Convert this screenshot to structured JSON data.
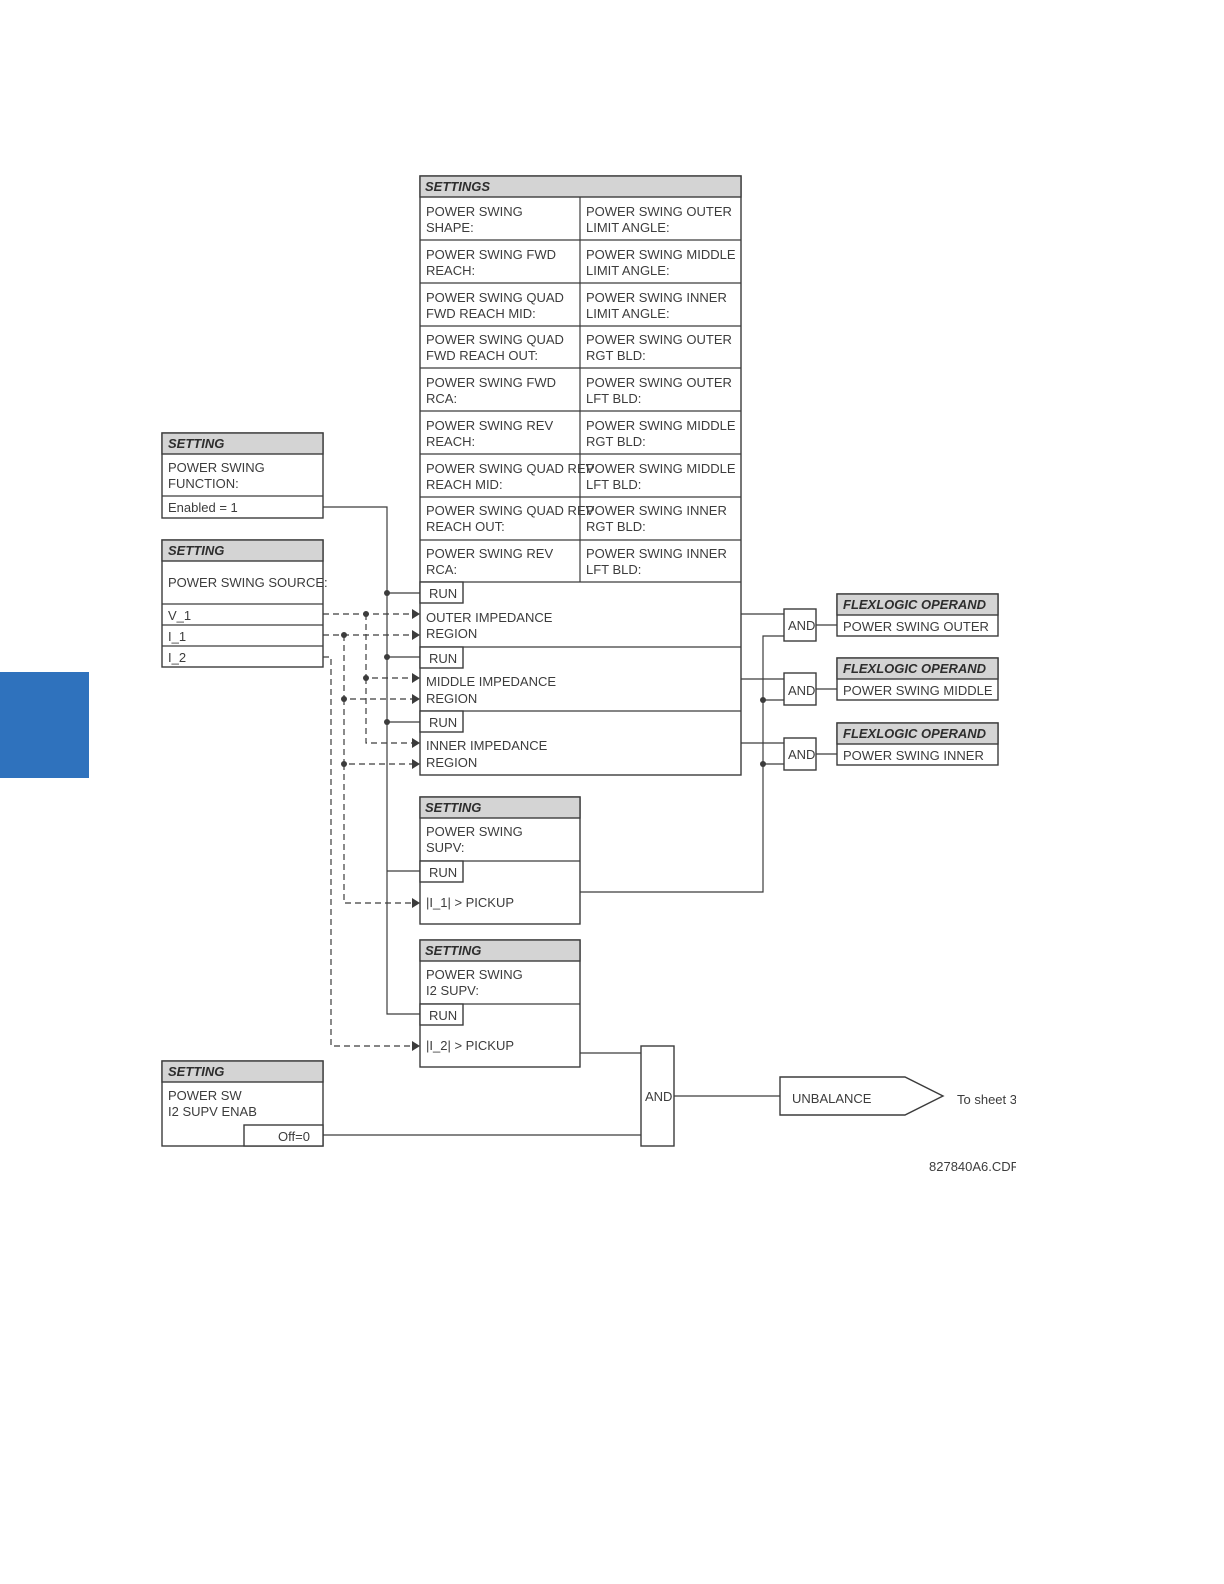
{
  "settings_table": {
    "header": "SETTINGS",
    "rows": [
      [
        "POWER SWING",
        "SHAPE:",
        "POWER SWING OUTER",
        "LIMIT ANGLE:"
      ],
      [
        "POWER SWING FWD",
        "REACH:",
        "POWER SWING MIDDLE",
        "LIMIT ANGLE:"
      ],
      [
        "POWER SWING QUAD",
        "FWD REACH MID:",
        "POWER SWING INNER",
        "LIMIT ANGLE:"
      ],
      [
        "POWER SWING QUAD",
        "FWD REACH OUT:",
        "POWER SWING OUTER",
        "RGT BLD:"
      ],
      [
        "POWER SWING FWD",
        "RCA:",
        "POWER SWING OUTER",
        "LFT BLD:"
      ],
      [
        "POWER SWING REV",
        "REACH:",
        "POWER SWING MIDDLE",
        "RGT BLD:"
      ],
      [
        "POWER SWING QUAD REV",
        "REACH MID:",
        "POWER SWING MIDDLE",
        "LFT BLD:"
      ],
      [
        "POWER SWING QUAD REV",
        "REACH OUT:",
        "POWER SWING INNER",
        "RGT BLD:"
      ],
      [
        "POWER SWING REV",
        "RCA:",
        "POWER SWING INNER",
        "LFT BLD:"
      ]
    ]
  },
  "regions": [
    {
      "run": "RUN",
      "line1": "OUTER IMPEDANCE",
      "line2": "REGION"
    },
    {
      "run": "RUN",
      "line1": "MIDDLE IMPEDANCE",
      "line2": "REGION"
    },
    {
      "run": "RUN",
      "line1": "INNER IMPEDANCE",
      "line2": "REGION"
    }
  ],
  "function_setting": {
    "header": "SETTING",
    "line1": "POWER SWING",
    "line2": "FUNCTION:",
    "value": "Enabled = 1"
  },
  "source_setting": {
    "header": "SETTING",
    "label": "POWER SWING SOURCE:",
    "signals": [
      "V_1",
      "I_1",
      "I_2"
    ]
  },
  "supv_setting": {
    "header": "SETTING",
    "line1": "POWER SWING",
    "line2": "SUPV:",
    "run": "RUN",
    "pickup": "|I_1| >  PICKUP"
  },
  "i2supv_setting": {
    "header": "SETTING",
    "line1": "POWER SWING",
    "line2": "I2 SUPV:",
    "run": "RUN",
    "pickup": "|I_2| >  PICKUP"
  },
  "enab_setting": {
    "header": "SETTING",
    "line1": "POWER SW",
    "line2": "I2 SUPV ENAB",
    "value": "Off=0"
  },
  "and_gates": [
    "AND",
    "AND",
    "AND",
    "AND"
  ],
  "operands": [
    {
      "header": "FLEXLOGIC OPERAND",
      "name": "POWER SWING OUTER"
    },
    {
      "header": "FLEXLOGIC OPERAND",
      "name": "POWER SWING MIDDLE"
    },
    {
      "header": "FLEXLOGIC OPERAND",
      "name": "POWER SWING INNER"
    }
  ],
  "unbalance": {
    "label": "UNBALANCE",
    "destination": "To sheet 3"
  },
  "drawing_id": "827840A6.CDR"
}
